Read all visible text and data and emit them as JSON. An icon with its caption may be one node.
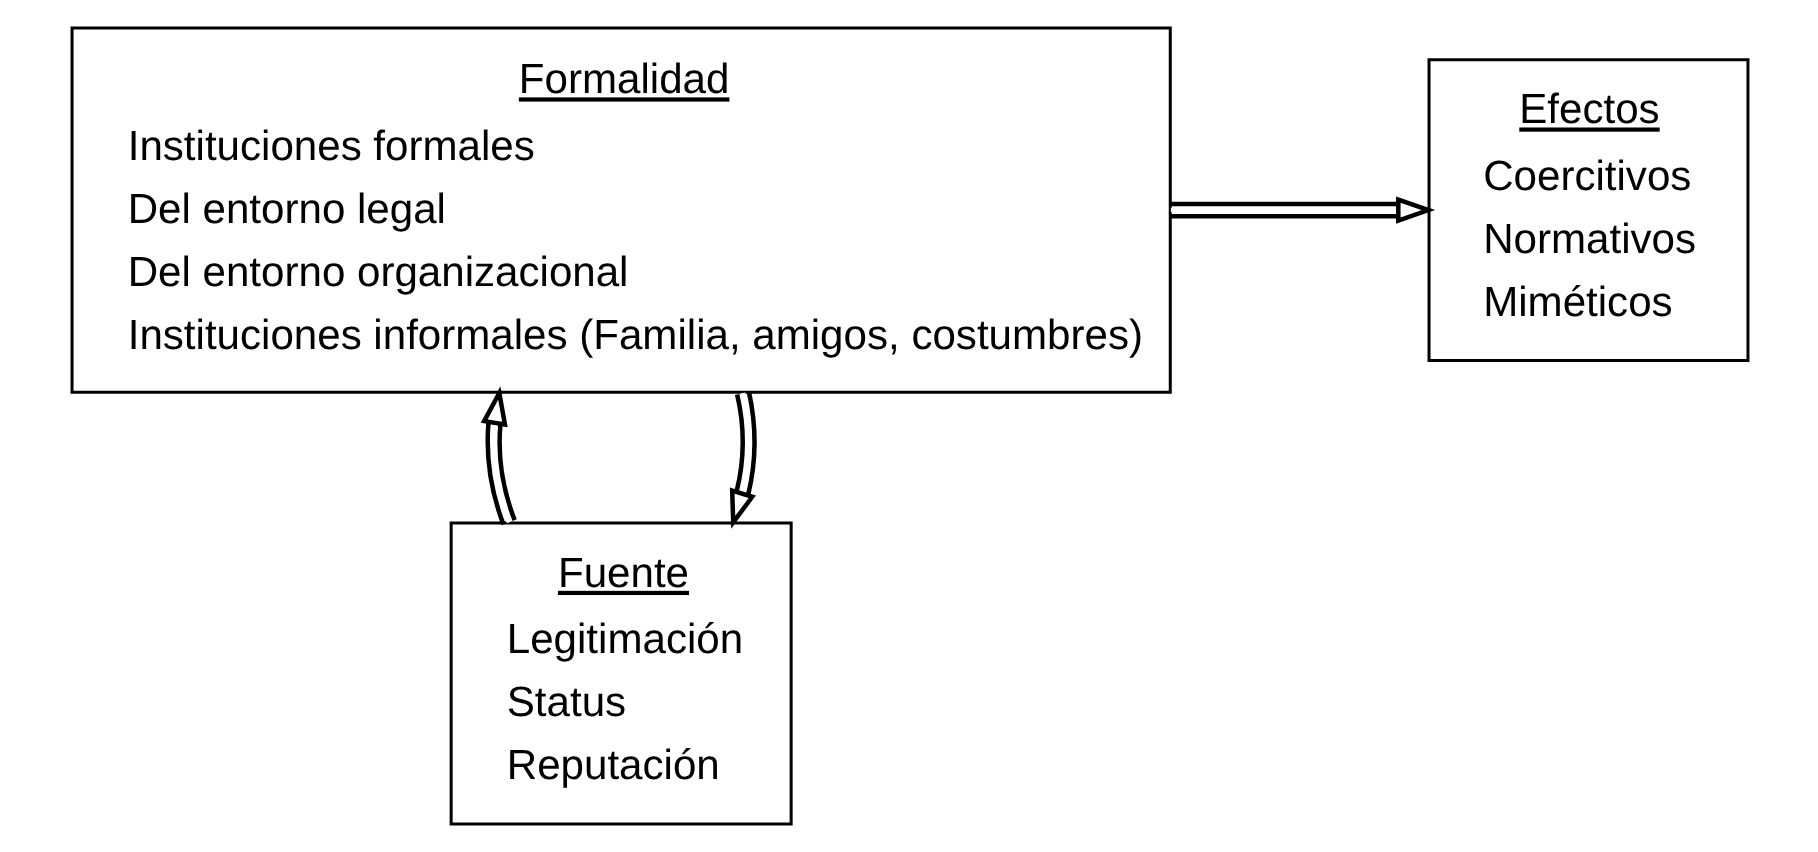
{
  "diagram": {
    "nodes": [
      {
        "text": [
          "Fuente",
          "Legitimación",
          "Status",
          "Reputación"
        ]
      },
      {
        "text": [
          "Formalidad",
          "Instituciones formales",
          "Del entorno legal",
          "Del entorno organizacional",
          "Instituciones informales (Familia, amigos, costumbres)"
        ]
      },
      {
        "text": [
          "Efectos",
          "Coercitivos",
          "Normativos",
          "Miméticos"
        ]
      }
    ],
    "edges": [
      {
        "from": 1,
        "to": 0,
        "arrow": "to"
      },
      {
        "from": 0,
        "to": 1,
        "arrow": "to"
      },
      {
        "from": 1,
        "to": 2,
        "arrow": "to"
      }
    ]
  }
}
